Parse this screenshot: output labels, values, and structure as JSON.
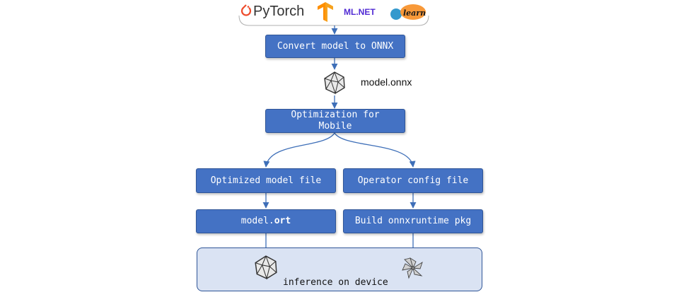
{
  "frameworks": {
    "pytorch": "PyTorch",
    "tensorflow": "TF",
    "mlnet": "ML.NET",
    "sklearn": "learn"
  },
  "steps": {
    "convert": "Convert model to ONNX",
    "onnx_file": "model.onnx",
    "optimize_line1": "Optimization for",
    "optimize_line2": "Mobile",
    "optimized_model": "Optimized model file",
    "operator_config": "Operator config file",
    "model_ort_prefix": "model.",
    "model_ort_ext": "ort",
    "build_pkg": "Build onnxruntime pkg",
    "inference": "inference on device"
  },
  "colors": {
    "box_fill": "#4472c4",
    "box_border": "#2f5597",
    "arrow": "#3e6fb8",
    "panel_fill": "#dae3f3",
    "pytorch_red": "#ee4c2c",
    "tf_orange": "#ff8f00",
    "mlnet_purple": "#512bd4",
    "sklearn_blue": "#3499cd",
    "sklearn_orange": "#f89939"
  },
  "icons": [
    "onnx-model-icon",
    "onnxruntime-icon",
    "pytorch-flame-icon",
    "tensorflow-icon",
    "sklearn-icon"
  ]
}
